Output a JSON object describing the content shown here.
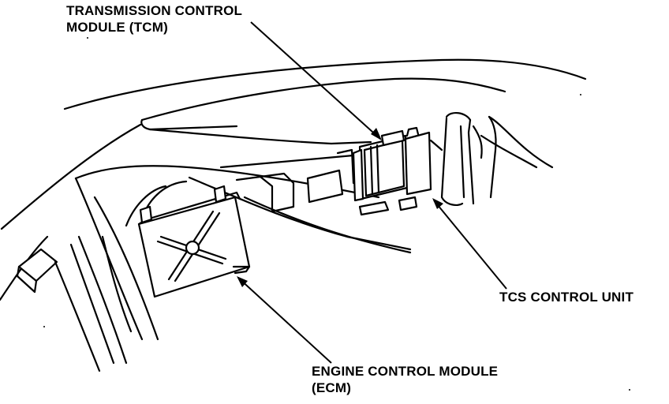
{
  "labels": {
    "tcm": {
      "line1": "TRANSMISSION CONTROL",
      "line2": "MODULE (TCM)"
    },
    "tcs": {
      "line1": "TCS CONTROL UNIT"
    },
    "ecm": {
      "line1": "ENGINE CONTROL MODULE",
      "line2": "(ECM)"
    }
  }
}
